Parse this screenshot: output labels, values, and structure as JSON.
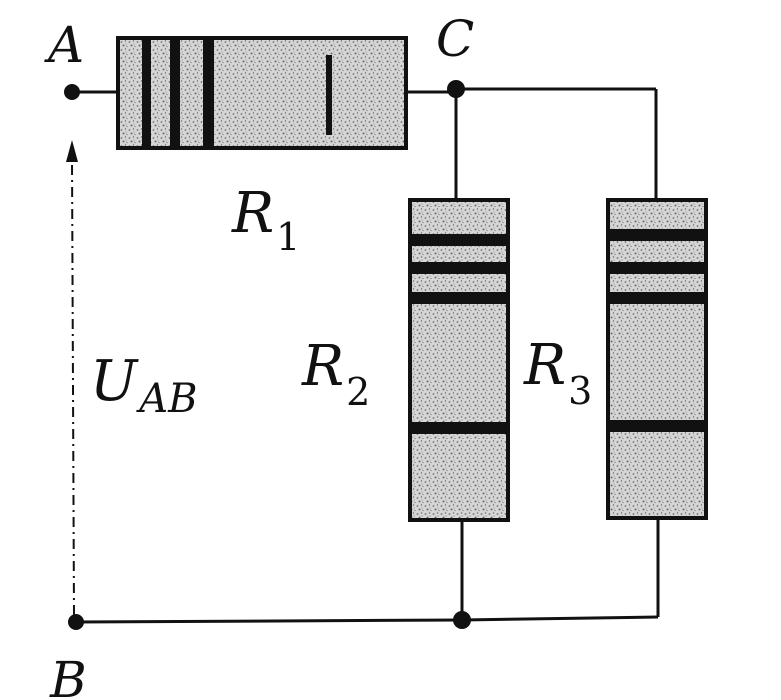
{
  "labels": {
    "node_a": "A",
    "node_b": "B",
    "node_c": "C",
    "r1": {
      "main": "R",
      "sub": "1"
    },
    "r2": {
      "main": "R",
      "sub": "2"
    },
    "r3": {
      "main": "R",
      "sub": "3"
    },
    "u_ab": {
      "main": "U",
      "sub": "AB"
    }
  },
  "colors": {
    "ink": "#111111",
    "resistor_body": "#d6d6d6",
    "speckle": "#6b6b6b",
    "band": "#111111"
  }
}
